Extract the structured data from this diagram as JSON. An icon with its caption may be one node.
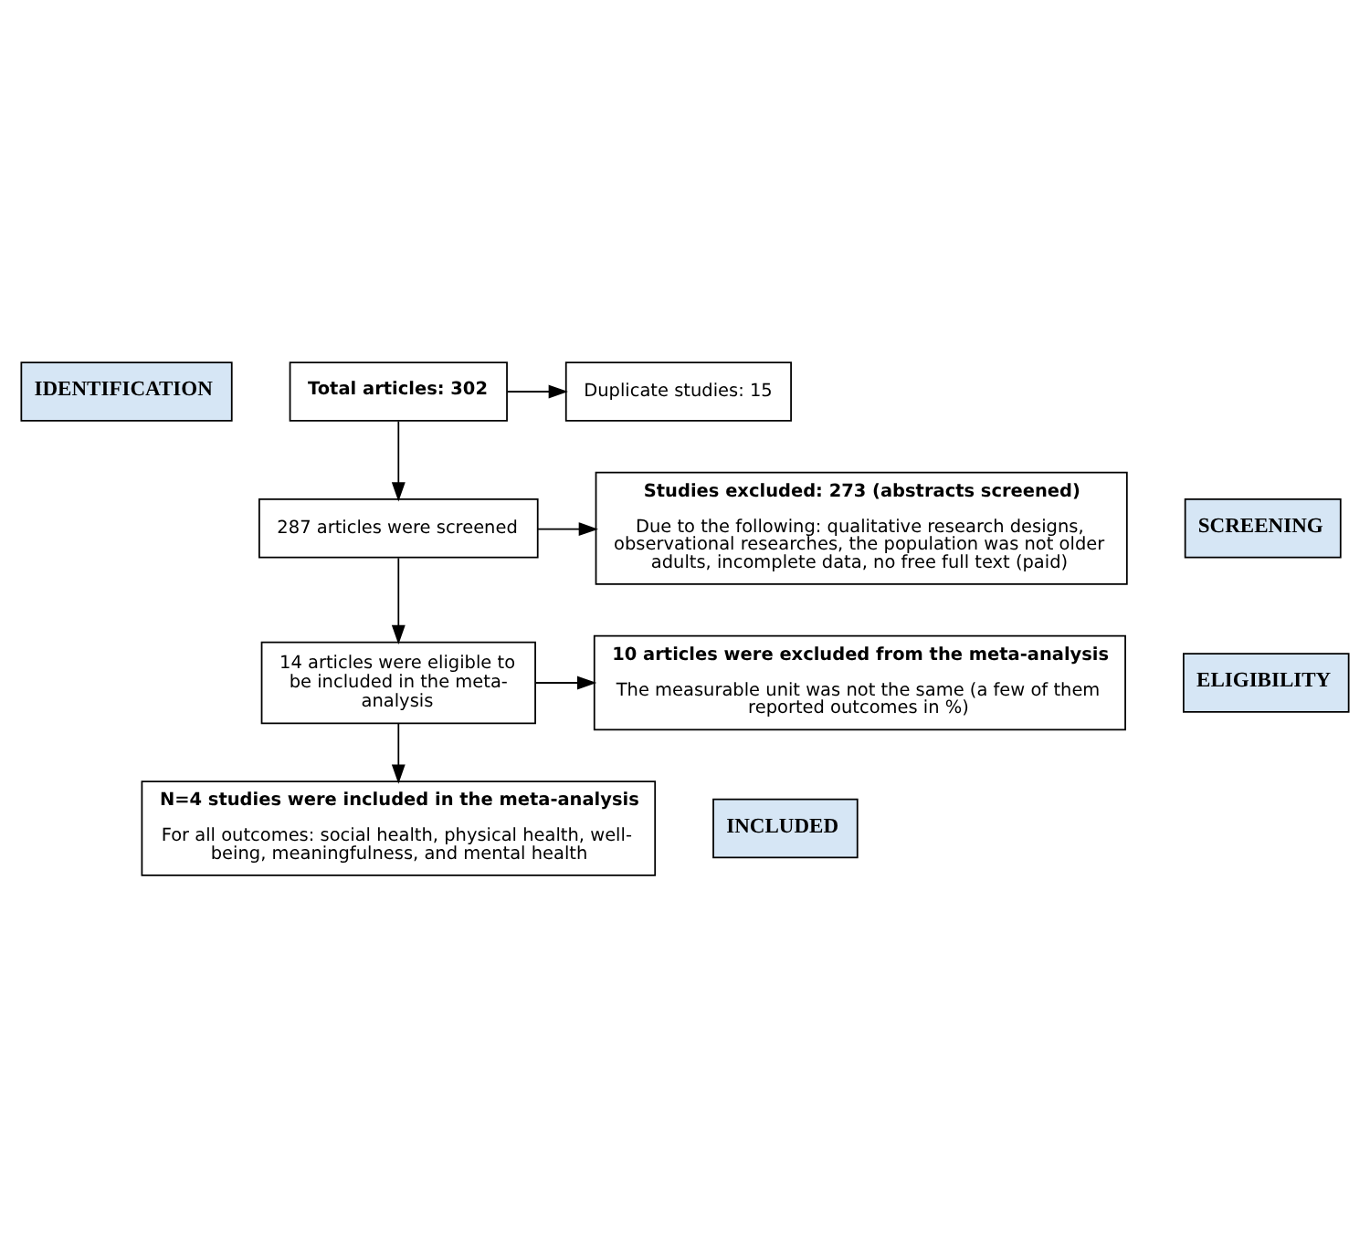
{
  "diagram": {
    "nodes": [
      {
        "text": [
          "IDENTIFICATION"
        ]
      },
      {
        "text": [
          "Total articles: 302"
        ]
      },
      {
        "text": [
          "Duplicate studies: 15"
        ]
      },
      {
        "text": [
          "SCREENING"
        ]
      },
      {
        "text": [
          "287 articles were screened"
        ]
      },
      {
        "text": [
          "Studies excluded: 273 (abstracts screened)",
          "Due to the following: qualitative research designs, observational researches, the population was not older adults, incomplete data, no free full text (paid)"
        ]
      },
      {
        "text": [
          "ELIGIBILITY"
        ]
      },
      {
        "text": [
          "14 articles were eligible to be included in the meta-analysis"
        ]
      },
      {
        "text": [
          "10 articles were excluded from the meta-analysis",
          "The measurable unit was not the same (a few of them reported outcomes in %)"
        ]
      },
      {
        "text": [
          "INCLUDED"
        ]
      },
      {
        "text": [
          "N=4 studies were included in the meta-analysis",
          "For all outcomes: social health, physical health, well-being, meaningfulness, and mental health"
        ]
      }
    ],
    "edges": [
      {
        "from": 1,
        "to": 4,
        "arrow": "to"
      },
      {
        "from": 1,
        "to": 2,
        "arrow": "to"
      },
      {
        "from": 4,
        "to": 7,
        "arrow": "to"
      },
      {
        "from": 4,
        "to": 5,
        "arrow": "to"
      },
      {
        "from": 7,
        "to": 10,
        "arrow": "to"
      },
      {
        "from": 7,
        "to": 8,
        "arrow": "to"
      }
    ]
  }
}
